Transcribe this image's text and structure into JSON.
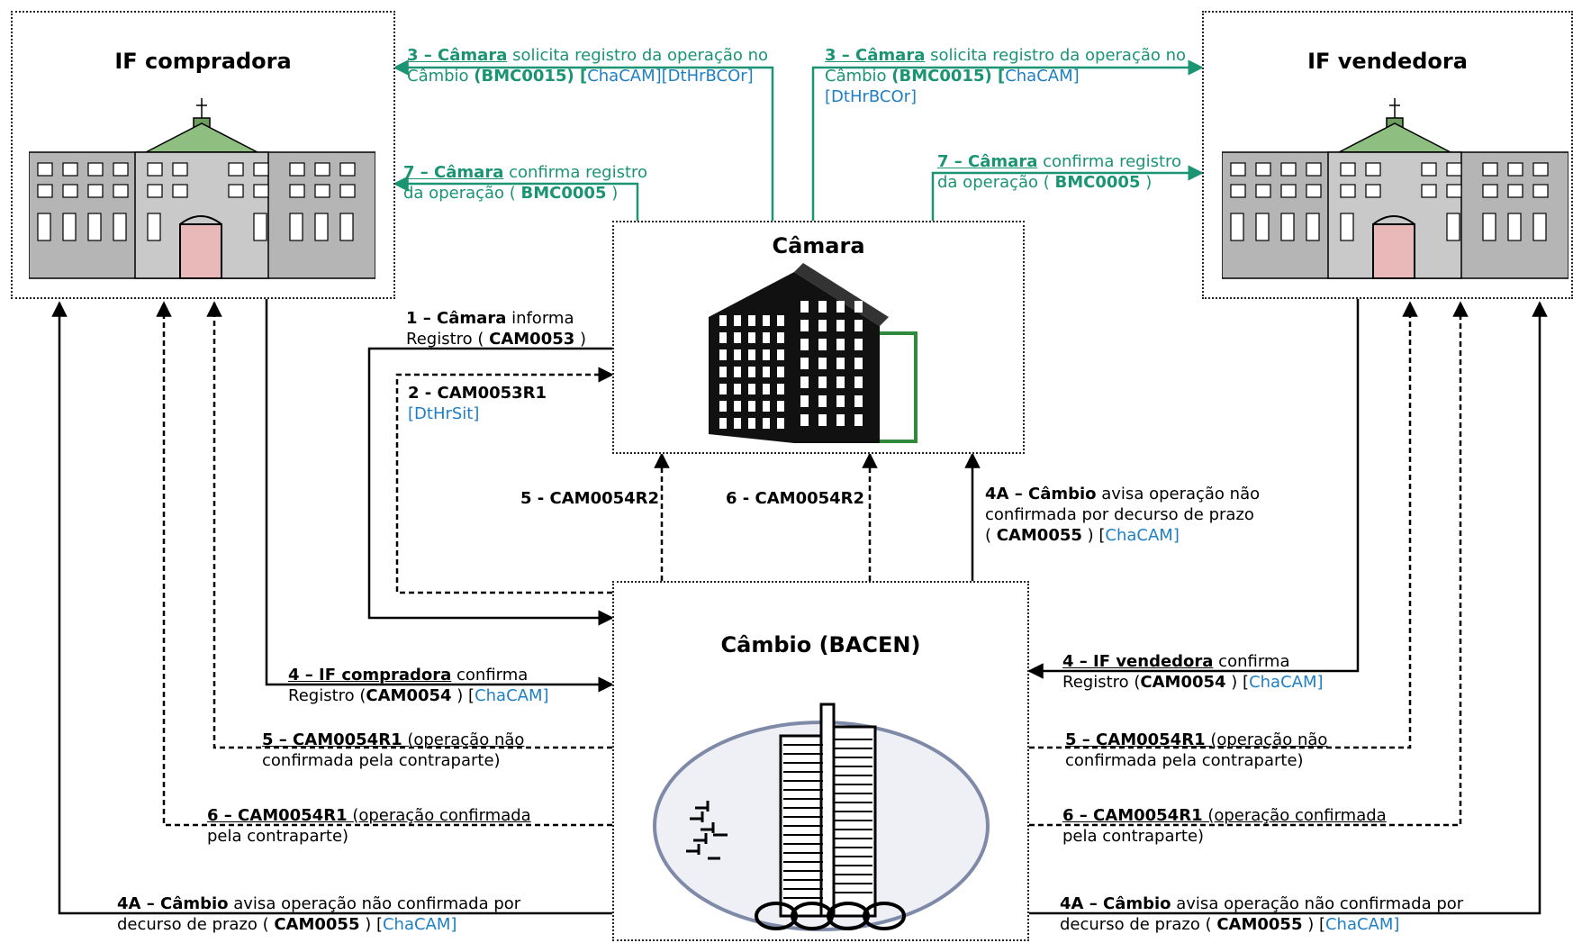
{
  "colors": {
    "green_arrow": "#1a9473",
    "blue_field": "#1f7fc4",
    "black": "#000000"
  },
  "nodes": {
    "if_compradora": {
      "title": "IF compradora",
      "icon": "government-building-icon"
    },
    "if_vendedora": {
      "title": "IF vendedora",
      "icon": "government-building-icon"
    },
    "camara": {
      "title": "Câmara",
      "icon": "corner-office-building-icon"
    },
    "cambio": {
      "title": "Câmbio (BACEN)",
      "icon": "central-bank-tower-logo"
    }
  },
  "messages": {
    "m3_left": {
      "num": "3 – Câmara",
      "text": " solicita registro da operação no",
      "line2_pre": "Câmbio ",
      "code": "(BMC0015) [",
      "field1": "ChaCAM][DtHrBCOr]"
    },
    "m3_right": {
      "num": "3 – Câmara",
      "text": " solicita registro da operação no",
      "line2_pre": "Câmbio ",
      "code": "(BMC0015) [",
      "field1": "ChaCAM]",
      "field2": "[DtHrBCOr]"
    },
    "m7_left": {
      "num": "7 – Câmara",
      "text": " confirma registro",
      "line2_pre": "da operação ( ",
      "code": "BMC0005",
      "line2_post": " )"
    },
    "m7_right": {
      "num": "7 – Câmara",
      "text": " confirma registro",
      "line2_pre": "da operação ( ",
      "code": "BMC0005",
      "line2_post": " )"
    },
    "m1": {
      "num": "1 – Câmara",
      "text": " informa",
      "line2_pre": "Registro ( ",
      "code": "CAM0053",
      "line2_post": " )"
    },
    "m2": {
      "num": "2 - CAM0053R1",
      "field": "[DtHrSit]"
    },
    "m5_up": "5 - CAM0054R2",
    "m6_up": "6 - CAM0054R2",
    "m4a_up": {
      "num": "4A – Câmbio",
      "text": " avisa operação não",
      "line2": "confirmada por decurso de prazo",
      "line3_pre": "( ",
      "code": "CAM0055",
      "line3_mid": " ) [",
      "field": "ChaCAM]"
    },
    "m4_left": {
      "num": "4 – IF compradora",
      "text": " confirma",
      "line2_pre": "Registro (",
      "code": "CAM0054",
      "line2_mid": " ) [",
      "field": "ChaCAM]"
    },
    "m5_left": {
      "num": "5 – CAM0054R1",
      "text": "  (operação não",
      "line2": "confirmada pela contraparte)"
    },
    "m6_left": {
      "num": "6 – CAM0054R1",
      "text": " (operação confirmada",
      "line2": "pela contraparte)"
    },
    "m4a_left": {
      "num": "4A – Câmbio",
      "text": " avisa operação não confirmada por",
      "line2_pre": "decurso de prazo ( ",
      "code": "CAM0055",
      "line2_mid": " ) [",
      "field": "ChaCAM]"
    },
    "m4_right": {
      "num": "4 – IF vendedora",
      "text": " confirma",
      "line2_pre": "Registro (",
      "code": "CAM0054",
      "line2_mid": " ) [",
      "field": "ChaCAM]"
    },
    "m5_right": {
      "num": "5 – CAM0054R1",
      "text": "  (operação não",
      "line2": "confirmada pela contraparte)"
    },
    "m6_right": {
      "num": "6 – CAM0054R1",
      "text": " (operação confirmada",
      "line2": "pela contraparte)"
    },
    "m4a_right": {
      "num": "4A – Câmbio",
      "text": " avisa operação não confirmada por",
      "line2_pre": "decurso de prazo ( ",
      "code": "CAM0055",
      "line2_mid": " ) [",
      "field": "ChaCAM]"
    }
  }
}
